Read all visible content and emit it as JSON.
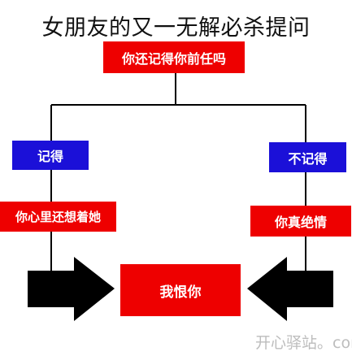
{
  "title": "女朋友的又一无解必杀提问",
  "nodes": {
    "question": "你还记得你前任吗",
    "remember": "记得",
    "not_remember": "不记得",
    "still_think": "你心里还想着她",
    "heartless": "你真绝情",
    "hate": "我恨你"
  },
  "watermark": "开心驿站。com",
  "colors": {
    "red_box": "#ee0000",
    "blue_box": "#1b10d8",
    "arrow": "#000000",
    "line": "#000000"
  },
  "icons": [
    "right-arrow-icon",
    "left-arrow-icon"
  ]
}
